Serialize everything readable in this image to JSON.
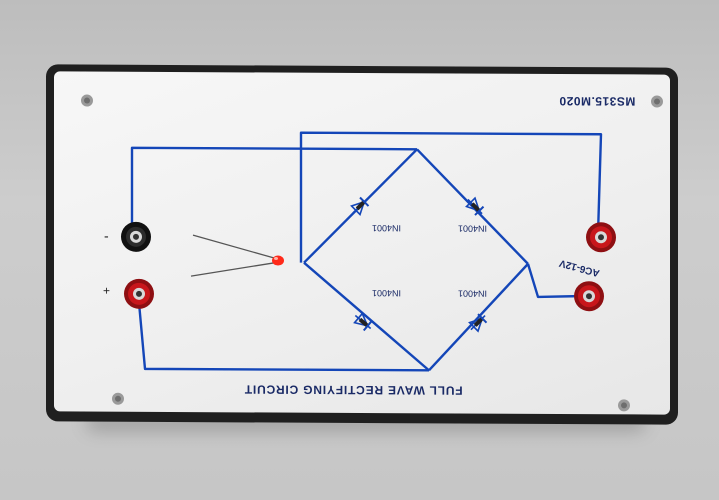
{
  "board": {
    "model": "MS315.M020",
    "title": "FULL WAVE RECTIFYING CIRCUIT",
    "ac_label": "AC6-12V",
    "minus_sign": "-",
    "plus_sign": "+",
    "diodes": [
      "IN4001",
      "IN4001",
      "IN4001",
      "IN4001"
    ]
  },
  "colors": {
    "trace": "#1446b8",
    "panel": "#f2f2f2",
    "frame": "#1f1f1f",
    "socket_red": "#c8161b",
    "socket_black": "#1a1a1a",
    "led": "#ff2a1a"
  }
}
